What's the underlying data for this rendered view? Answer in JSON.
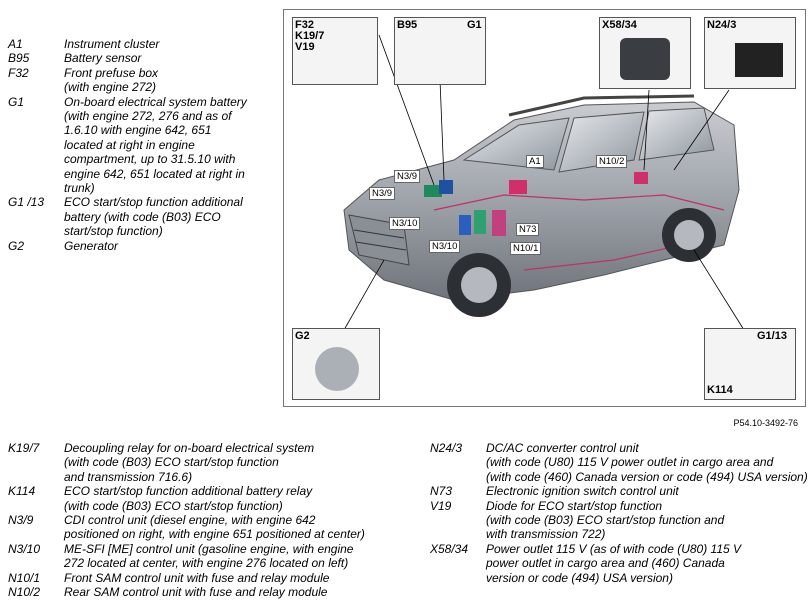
{
  "legend_top": [
    {
      "code": "A1",
      "desc": "Instrument cluster"
    },
    {
      "code": "B95",
      "desc": "Battery sensor"
    },
    {
      "code": "F32",
      "desc": "Front prefuse box\n(with engine 272)"
    },
    {
      "code": "G1",
      "desc": "On-board electrical system battery\n(with engine 272, 276 and as of\n1.6.10 with engine 642, 651\nlocated at right in engine\ncompartment, up to 31.5.10 with\nengine 642, 651 located at right in\ntrunk)"
    },
    {
      "code": "G1 /13",
      "desc": "ECO start/stop function additional\nbattery (with code (B03) ECO\nstart/stop function)"
    },
    {
      "code": "G2",
      "desc": "Generator"
    }
  ],
  "legend_bottom_left": [
    {
      "code": "K19/7",
      "desc": "Decoupling relay for on-board electrical system\n(with code (B03) ECO start/stop function\nand transmission 716.6)"
    },
    {
      "code": "K114",
      "desc": "ECO start/stop function additional battery relay\n(with code (B03) ECO start/stop function)"
    },
    {
      "code": "N3/9",
      "desc": "CDI control unit (diesel engine, with engine 642\npositioned on right, with engine 651 positioned at center)"
    },
    {
      "code": "N3/10",
      "desc": "ME-SFI [ME] control unit (gasoline engine, with engine\n272 located at center, with engine 276 located on left)"
    },
    {
      "code": "N10/1",
      "desc": "Front SAM control unit with fuse and relay module"
    },
    {
      "code": "N10/2",
      "desc": "Rear SAM control unit with fuse and relay module"
    }
  ],
  "legend_bottom_right": [
    {
      "code": "N24/3",
      "desc": "DC/AC converter control unit\n(with code (U80) 115 V power outlet in cargo area and\n(with code (460) Canada version or code (494) USA version)"
    },
    {
      "code": "N73",
      "desc": "Electronic ignition switch control unit"
    },
    {
      "code": "V19",
      "desc": "Diode for ECO start/stop function\n(with code (B03) ECO start/stop function and\nwith transmission 722)"
    },
    {
      "code": "X58/34",
      "desc": "Power outlet 115 V (as of with code (U80) 115 V\npower outlet in cargo area and (460) Canada\nversion or code (494) USA version)"
    }
  ],
  "insets": {
    "f32": "F32\nK19/7\nV19",
    "b95": "B95",
    "g1": "G1",
    "x58": "X58/34",
    "n24": "N24/3",
    "g2": "G2",
    "g113": "G1/13",
    "k114": "K114"
  },
  "callouts": {
    "n39a": "N3/9",
    "n39b": "N3/9",
    "n310a": "N3/10",
    "n310b": "N3/10",
    "a1": "A1",
    "n102": "N10/2",
    "n73": "N73",
    "n101": "N10/1"
  },
  "figure_id": "P54.10-3492-76"
}
